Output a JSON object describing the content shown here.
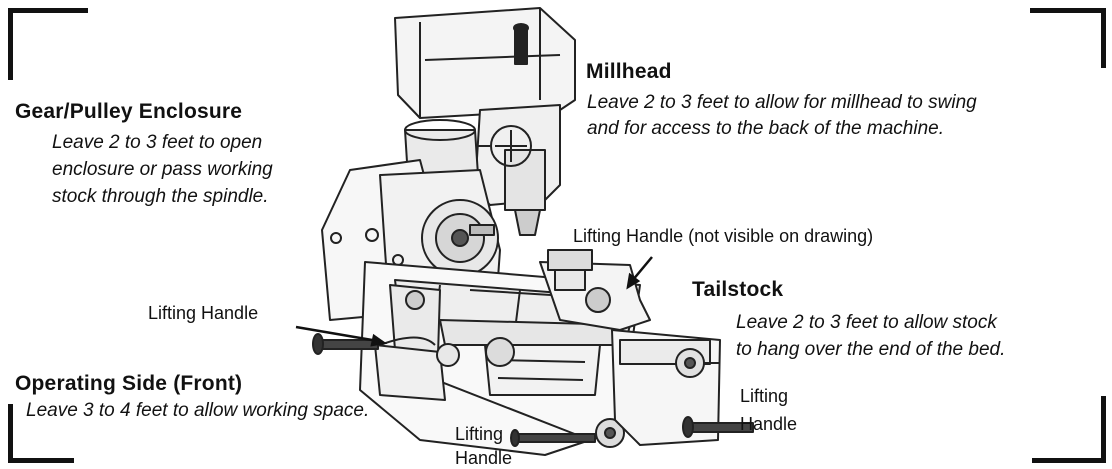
{
  "diagram": {
    "millhead": {
      "title": "Millhead",
      "lines": [
        "Leave 2 to 3 feet to allow for millhead to swing",
        "and for access to the back of the machine."
      ]
    },
    "gear_enclosure": {
      "title": "Gear/Pulley Enclosure",
      "lines": [
        "Leave 2 to 3 feet to open",
        "enclosure or pass working",
        "stock through the spindle."
      ]
    },
    "tailstock": {
      "title": "Tailstock",
      "lines": [
        "Leave 2 to 3 feet to allow stock",
        "to hang over the end of the bed."
      ]
    },
    "operating_side": {
      "title": "Operating Side (Front)",
      "lines": [
        "Leave 3 to 4 feet to allow working space."
      ]
    },
    "labels": {
      "lifting_not_visible": "Lifting Handle (not visible on drawing)",
      "lifting_left": "Lifting Handle",
      "lifting_bottom_1": "Lifting",
      "lifting_bottom_2": "Handle",
      "lifting_right_1": "Lifting",
      "lifting_right_2": "Handle"
    }
  }
}
